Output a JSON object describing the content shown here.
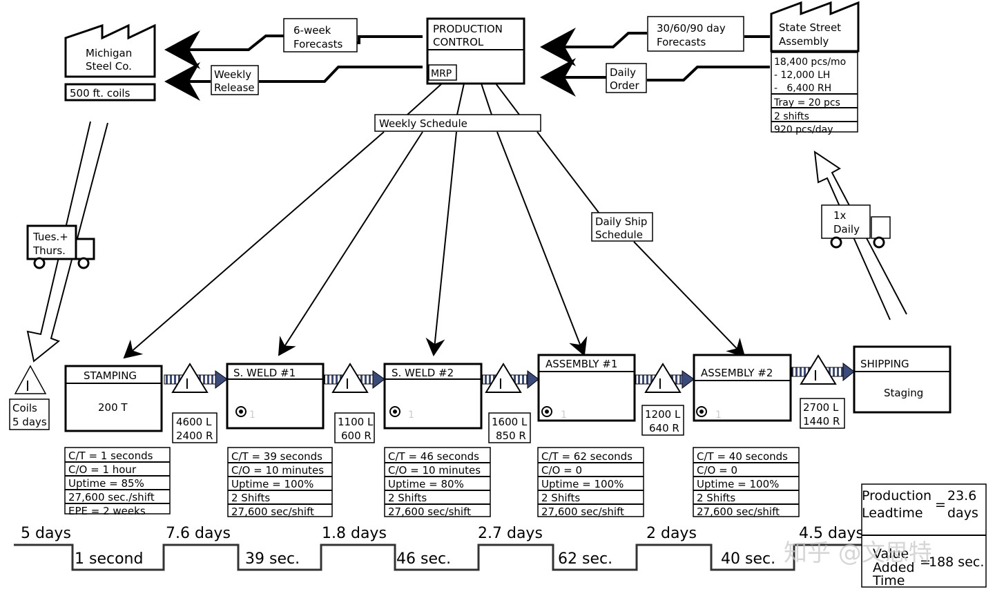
{
  "production_control": {
    "title_line1": "PRODUCTION",
    "title_line2": "CONTROL",
    "mrp": "MRP"
  },
  "weekly_schedule": "Weekly Schedule",
  "supplier": {
    "name_line1": "Michigan",
    "name_line2": "Steel Co.",
    "unit": "500 ft. coils"
  },
  "customer": {
    "name_line1": "State Street",
    "name_line2": "Assembly",
    "rows": [
      "18,400 pcs/mo",
      "- 12,000 LH",
      "-   6,400 RH",
      "Tray = 20 pcs",
      "2 shifts",
      "920 pcs/day"
    ]
  },
  "info_flows": {
    "forecasts_6wk_line1": "6-week",
    "forecasts_6wk_line2": "Forecasts",
    "weekly_release_line1": "Weekly",
    "weekly_release_line2": "Release",
    "forecasts_306090_line1": "30/60/90 day",
    "forecasts_306090_line2": "Forecasts",
    "daily_order_line1": "Daily",
    "daily_order_line2": "Order",
    "daily_ship_line1": "Daily Ship",
    "daily_ship_line2": "Schedule"
  },
  "trucks": {
    "inbound_line1": "Tues.+",
    "inbound_line2": "Thurs.",
    "outbound_line1": "1x",
    "outbound_line2": "Daily"
  },
  "inventory_symbol": "I",
  "raw_inventory": {
    "line1": "Coils",
    "line2": "5 days"
  },
  "processes": [
    {
      "name": "STAMPING",
      "body": "200 T",
      "data": [
        "C/T = 1 seconds",
        "C/O = 1 hour",
        "Uptime = 85%",
        "27,600 sec./shift",
        "EPE = 2 weeks"
      ]
    },
    {
      "name": "S. WELD #1",
      "operators": "1",
      "data": [
        "C/T = 39 seconds",
        "C/O = 10 minutes",
        "Uptime = 100%",
        "2 Shifts",
        "27,600 sec/shift"
      ]
    },
    {
      "name": "S. WELD #2",
      "operators": "1",
      "data": [
        "C/T = 46 seconds",
        "C/O = 10 minutes",
        "Uptime = 80%",
        "2 Shifts",
        "27,600 sec/shift"
      ]
    },
    {
      "name": "ASSEMBLY #1",
      "operators": "1",
      "data": [
        "C/T = 62 seconds",
        "C/O = 0",
        "Uptime = 100%",
        "2 Shifts",
        "27,600 sec/shift"
      ]
    },
    {
      "name": "ASSEMBLY #2",
      "operators": "1",
      "data": [
        "C/T = 40 seconds",
        "C/O = 0",
        "Uptime = 100%",
        "2 Shifts",
        "27,600 sec/shift"
      ]
    },
    {
      "name": "SHIPPING",
      "body": "Staging"
    }
  ],
  "inventories": [
    {
      "line1": "4600 L",
      "line2": "2400 R"
    },
    {
      "line1": "1100 L",
      "line2": "600 R"
    },
    {
      "line1": "1600 L",
      "line2": "850 R"
    },
    {
      "line1": "1200 L",
      "line2": "640 R"
    },
    {
      "line1": "2700 L",
      "line2": "1440 R"
    }
  ],
  "timeline": {
    "days": [
      "5 days",
      "7.6 days",
      "1.8 days",
      "2.7 days",
      "2 days",
      "4.5 days"
    ],
    "times": [
      "1 second",
      "39 sec.",
      "46 sec.",
      "62 sec.",
      "40 sec."
    ]
  },
  "summary": {
    "lead_label_line1": "Production",
    "lead_label_line2": "Leadtime",
    "lead_value_line1": "23.6",
    "lead_value_line2": "days",
    "va_label_line1": "Value",
    "va_label_line2": "Added",
    "va_label_line3": "Time",
    "va_value": "188 sec.",
    "equals": "="
  },
  "watermark": "知乎 @文思特"
}
